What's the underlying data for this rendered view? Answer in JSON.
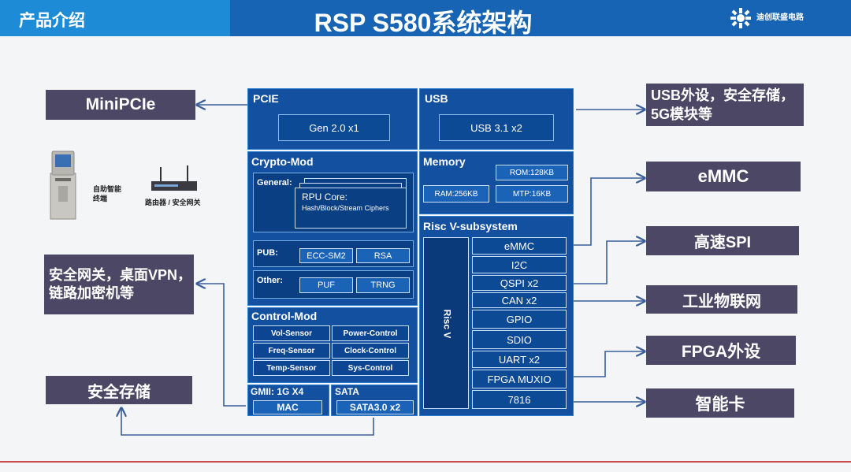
{
  "header": {
    "section": "产品介绍",
    "title": "RSP S580系统架构",
    "logo_text": "迪创联盛电路"
  },
  "left_labels": {
    "minipcie": "MiniPCIe",
    "security_gateway": "安全网关，桌面VPN，链路加密机等",
    "secure_storage": "安全存储"
  },
  "right_labels": {
    "usb_peripherals": "USB外设，安全存储，5G模块等",
    "emmc": "eMMC",
    "spi": "高速SPI",
    "iiot": "工业物联网",
    "fpga": "FPGA外设",
    "smart_card": "智能卡"
  },
  "devices": {
    "kiosk_label": "自助智能终端",
    "router_label": "路由器 / 安全网关"
  },
  "pcie": {
    "title": "PCIE",
    "item": "Gen 2.0 x1"
  },
  "usb": {
    "title": "USB",
    "item": "USB 3.1 x2"
  },
  "crypto": {
    "title": "Crypto-Mod",
    "general_label": "General:",
    "rpu_title": "RPU Core:",
    "rpu_desc": "Hash/Block/Stream Ciphers",
    "pub_label": "PUB:",
    "pub_items": [
      "ECC-SM2",
      "RSA"
    ],
    "other_label": "Other:",
    "other_items": [
      "PUF",
      "TRNG"
    ]
  },
  "memory": {
    "title": "Memory",
    "rom": "ROM:128KB",
    "ram": "RAM:256KB",
    "mtp": "MTP:16KB"
  },
  "riscv": {
    "title": "Risc V-subsystem",
    "core": "Risc V",
    "items": [
      "eMMC",
      "I2C",
      "QSPI x2",
      "CAN x2",
      "GPIO",
      "SDIO",
      "UART x2",
      "FPGA MUXIO",
      "7816"
    ]
  },
  "control": {
    "title": "Control-Mod",
    "cells": [
      "Vol-Sensor",
      "Power-Control",
      "Freq-Sensor",
      "Clock-Control",
      "Temp-Sensor",
      "Sys-Control"
    ]
  },
  "gmii": {
    "title": "GMII: 1G X4",
    "item": "MAC"
  },
  "sata": {
    "title": "SATA",
    "item": "SATA3.0 x2"
  },
  "colors": {
    "header": "#1763b4",
    "block": "#13509f",
    "side_label": "#4b4764"
  }
}
